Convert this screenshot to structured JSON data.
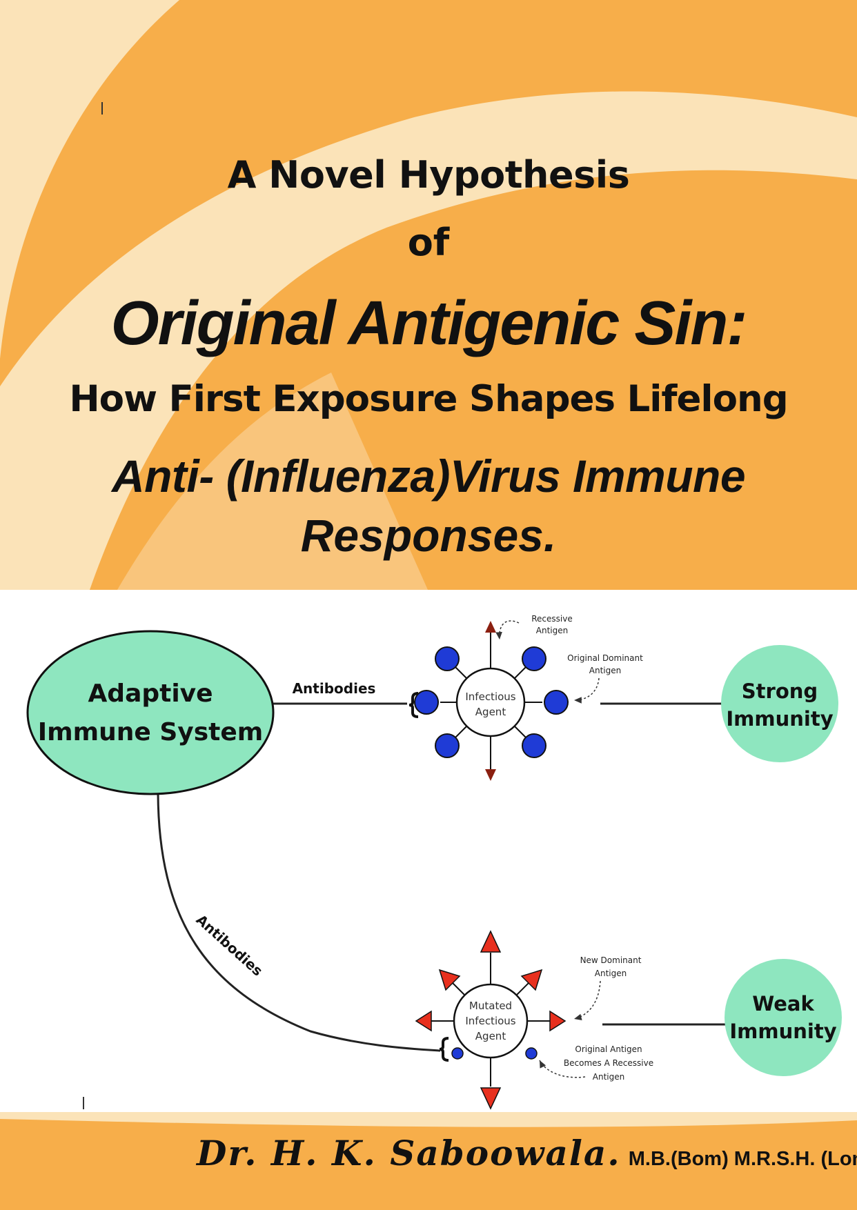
{
  "title": {
    "line1": "A Novel Hypothesis",
    "line2": "of",
    "line3": "Original Antigenic Sin:",
    "line4": "How First Exposure Shapes Lifelong",
    "line5": "Anti- (Influenza)Virus Immune",
    "line6": "Responses."
  },
  "diagram": {
    "system": {
      "line1": "Adaptive",
      "line2": "Immune System"
    },
    "edge_top": "Antibodies",
    "edge_curve": "Antibodies",
    "agent": {
      "line1": "Infectious",
      "line2": "Agent"
    },
    "mutated_agent": {
      "line1": "Mutated",
      "line2": "Infectious",
      "line3": "Agent"
    },
    "recessive_antigen": {
      "line1": "Recessive",
      "line2": "Antigen"
    },
    "original_dominant": {
      "line1": "Original Dominant",
      "line2": "Antigen"
    },
    "new_dominant": {
      "line1": "New Dominant",
      "line2": "Antigen"
    },
    "original_becomes_recessive": {
      "line1": "Original Antigen",
      "line2": "Becomes A Recessive",
      "line3": "Antigen"
    },
    "strong": {
      "line1": "Strong",
      "line2": "Immunity"
    },
    "weak": {
      "line1": "Weak",
      "line2": "Immunity"
    }
  },
  "author": {
    "name": "Dr. H. K. Saboowala.",
    "credentials": "M.B.(Bom) M.R.S.H. (London)"
  },
  "colors": {
    "orange": "#f7ae4a",
    "cream": "#fbe3b8",
    "node_fill": "#8ee6bf",
    "dot_blue": "#1f3bd6",
    "arrow_red": "#e8301e"
  }
}
